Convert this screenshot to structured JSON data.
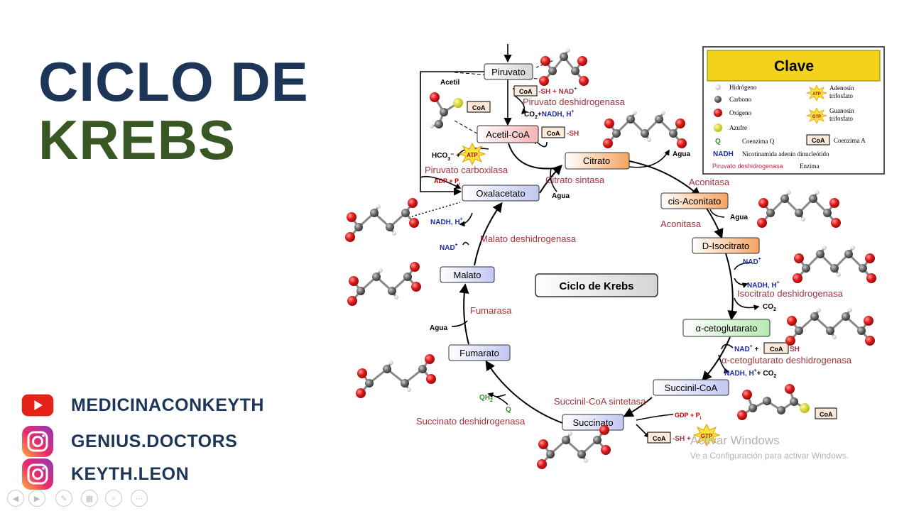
{
  "title": {
    "line1": "CICLO DE",
    "line2": "KREBS",
    "color1": "#1d3557",
    "color2": "#385723"
  },
  "socials": [
    {
      "icon": "youtube-icon",
      "label": "MEDICINACONKEYTH"
    },
    {
      "icon": "instagram-icon",
      "label": "GENIUS.DOCTORS"
    },
    {
      "icon": "instagram-icon",
      "label": "KEYTH.LEON"
    }
  ],
  "center_label": "Ciclo de Krebs",
  "compounds": {
    "piruvato": "Piruvato",
    "acetil_coa": "Acetil-CoA",
    "citrato": "Citrato",
    "cis_aconitato": "cis-Aconitato",
    "d_isocitrato": "D-Isocitrato",
    "alfa_cetoglutarato": "α-cetoglutarato",
    "succinil_coa": "Succinil-CoA",
    "succinato": "Succinato",
    "fumarato": "Fumarato",
    "malato": "Malato",
    "oxalacetato": "Oxalacetato"
  },
  "enzymes": {
    "piruvato_deshidrogenasa": "Piruvato deshidrogenasa",
    "piruvato_carboxilasa": "Piruvato carboxilasa",
    "citrato_sintasa": "Citrato sintasa",
    "aconitasa_1": "Aconitasa",
    "aconitasa_2": "Aconitasa",
    "isocitrato_dh": "Isocitrato deshidrogenasa",
    "alfa_cg_dh": "α-cetoglutarato deshidrogenasa",
    "succinil_coa_sintetasa": "Succinil-CoA sintetasa",
    "succinato_dh": "Succinato deshidrogenasa",
    "fumarasa": "Fumarasa",
    "malato_dh": "Malato deshidrogenasa"
  },
  "cofactors": {
    "acetil": "Acetil",
    "coa_sh_1": "CoA",
    "sh_plus_nad": "-SH + NAD",
    "co2_nadh": "CO",
    "coa_box_acetil": "CoA",
    "coa_sh_2": "CoA",
    "sh": "-SH",
    "hco3": "HCO",
    "atp": "ATP",
    "adp_pi": "ADP + P",
    "agua_citrato": "Agua",
    "agua_sintasa": "Agua",
    "agua_cis": "Agua",
    "nad_iso": "NAD",
    "nadh_iso": "NADH, H",
    "co2_iso": "CO",
    "nad_akg": "NAD",
    "coa_akg": "CoA",
    "sh_akg": "SH",
    "nadh_akg": "NADH, H",
    "co2_akg": "+ CO",
    "gdp_pi": "GDP + P",
    "coa_gtp": "CoA",
    "sh_gtp": "-SH +",
    "gtp": "GTP",
    "qh2": "QH",
    "q": "Q",
    "agua_fum": "Agua",
    "nad_mal": "NAD",
    "nadh_mal": "NADH, H",
    "coa_mol": "CoA"
  },
  "legend": {
    "title": "Clave",
    "items": [
      {
        "label": "Hidrógeno"
      },
      {
        "label": "Carbono"
      },
      {
        "label": "Oxígeno"
      },
      {
        "label": "Azufre"
      },
      {
        "label": "Coenzima Q",
        "symbol": "Q"
      },
      {
        "label": "Nicotinamida adenín dinucleótido",
        "symbol": "NADH"
      },
      {
        "label": "Enzima",
        "symbol": "Piruvato deshidrogenasa"
      },
      {
        "label": "Adenosín trifosfato",
        "symbol": "ATP"
      },
      {
        "label": "Guanosín trifosfato",
        "symbol": "GTP"
      },
      {
        "label": "Coenzima A",
        "symbol": "CoA"
      }
    ]
  },
  "watermark": {
    "line1": "Activar Windows",
    "line2": "Ve a Configuración para activar Windows."
  },
  "colors": {
    "enzyme": "#a8323e",
    "nad": "#1f2aa8",
    "green": "#2e8a2e",
    "red_label": "#c00000",
    "legend_title_bg": "#f2d21b",
    "youtube": "#e62117"
  }
}
